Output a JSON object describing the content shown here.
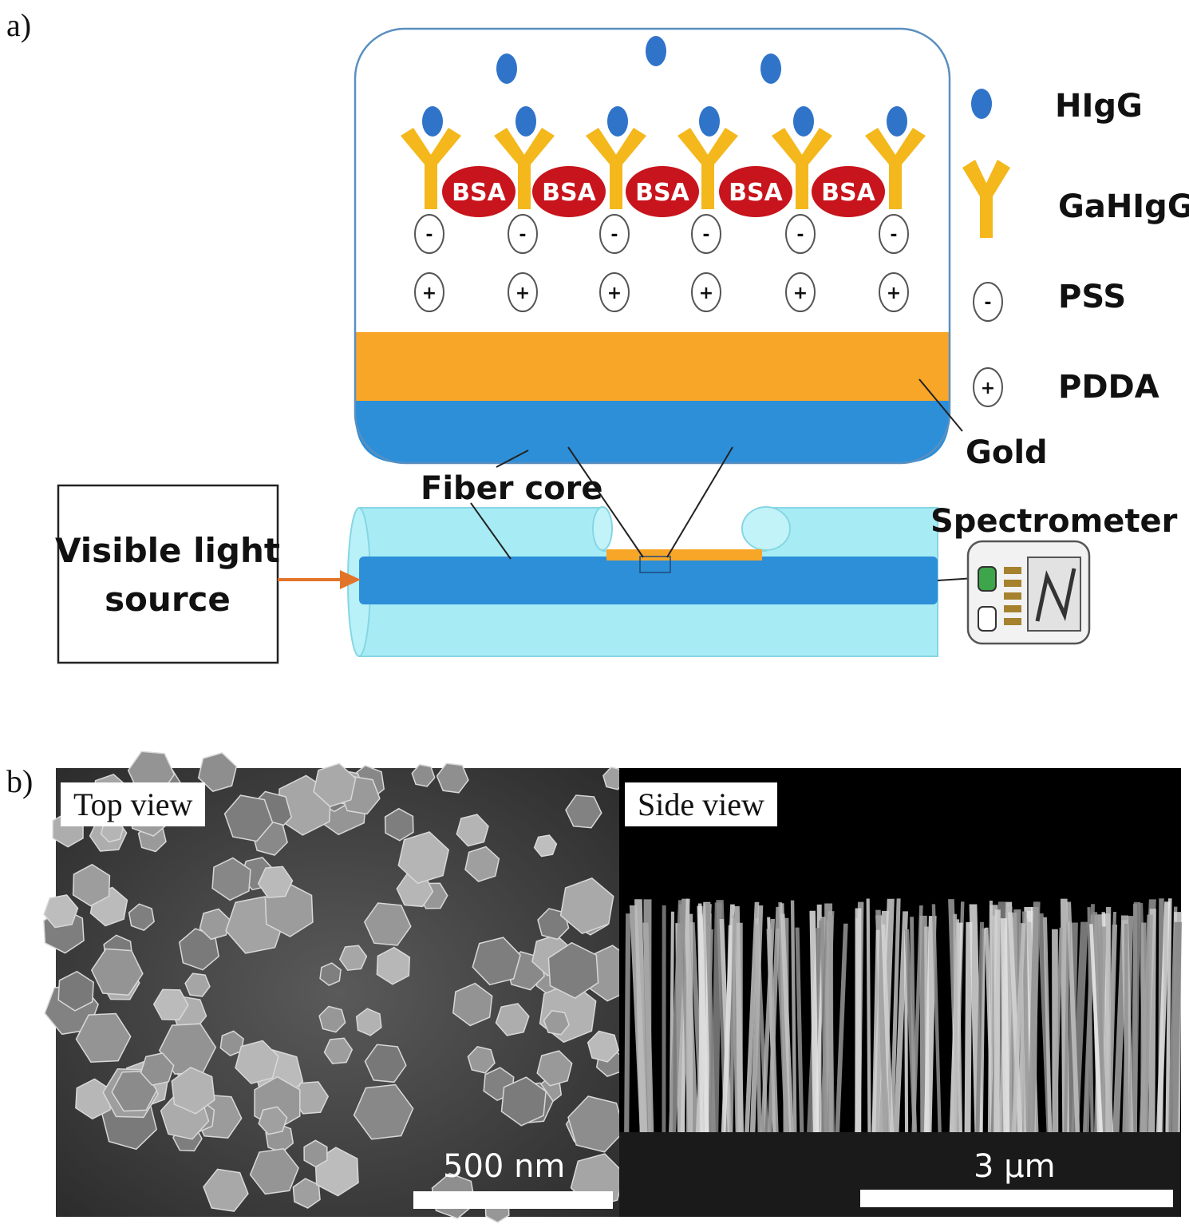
{
  "panel_a": {
    "label": "a)",
    "legend": [
      {
        "key": "hlgg",
        "text": "HIgG"
      },
      {
        "key": "gahlgg",
        "text": "GaHIgG"
      },
      {
        "key": "pss",
        "text": "PSS"
      },
      {
        "key": "pdda",
        "text": "PDDA"
      }
    ],
    "gold_label": "Gold",
    "bsa_label": "BSA",
    "minus_sign": "-",
    "plus_sign": "+",
    "fiber_core_label": "Fiber core",
    "light_source_line1": "Visible light",
    "light_source_line2": "source",
    "spectrometer_label": "Spectrometer",
    "colors": {
      "antigen": "#2f74c9",
      "antibody": "#f4b81c",
      "bsa": "#c8141c",
      "gold": "#f8a628",
      "fiber_core": "#2d8fd8",
      "cladding": "#a7ecf5"
    }
  },
  "panel_b": {
    "label": "b)",
    "top_view": {
      "tag": "Top view",
      "scale": "500 nm"
    },
    "side_view": {
      "tag": "Side view",
      "scale": "3 µm"
    }
  }
}
